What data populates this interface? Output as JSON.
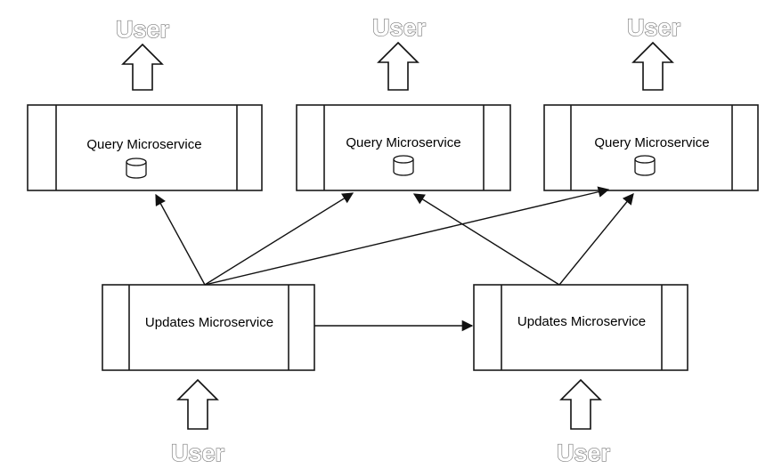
{
  "query_services": [
    {
      "label": "Query Microservice"
    },
    {
      "label": "Query Microservice"
    },
    {
      "label": "Query Microservice"
    }
  ],
  "update_services": [
    {
      "label": "Updates Microservice"
    },
    {
      "label": "Updates Microservice"
    }
  ],
  "users": {
    "top": [
      "User",
      "User",
      "User"
    ],
    "bottom": [
      "User",
      "User"
    ]
  },
  "icons": {
    "database": "database-icon",
    "user_arrow": "hollow-up-arrow-icon"
  },
  "colors": {
    "stroke": "#111111",
    "user_text_fill": "#ffffff",
    "user_text_outline": "#7a7a7a"
  }
}
